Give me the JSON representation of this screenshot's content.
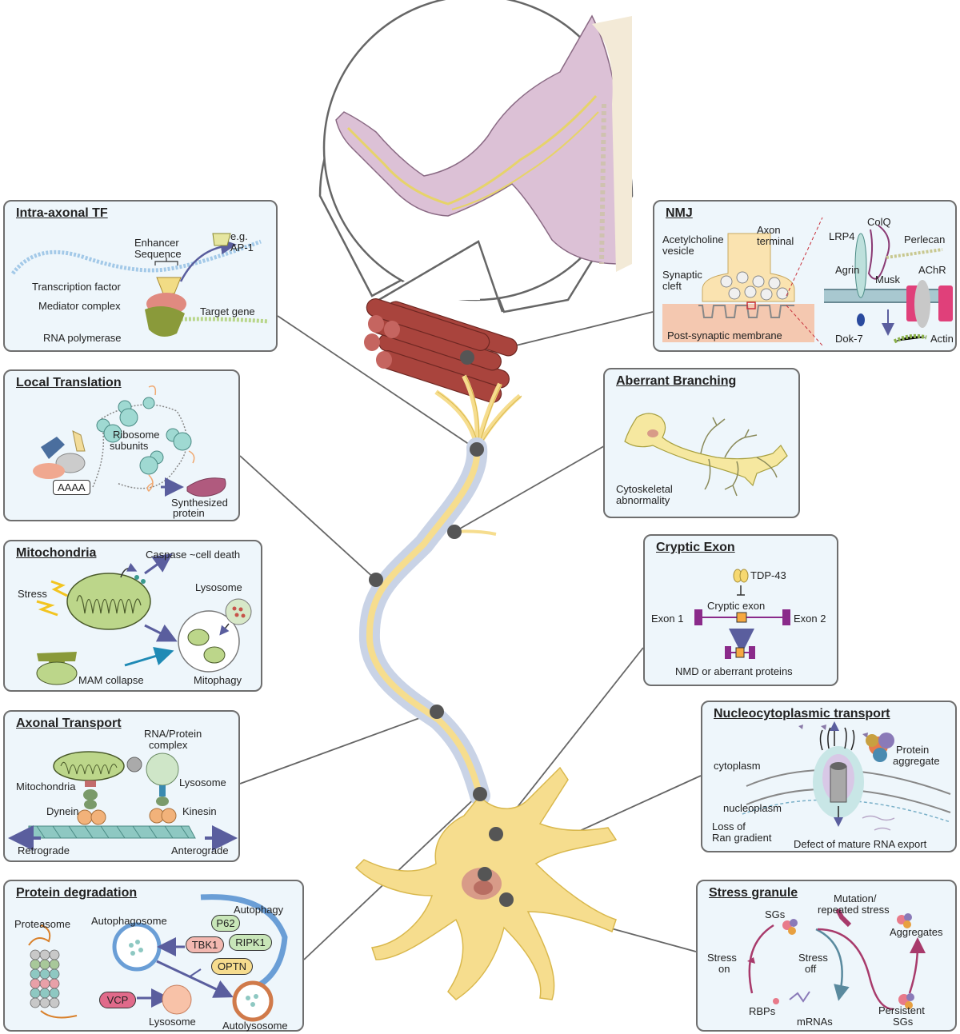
{
  "panels": {
    "intra_axonal_tf": {
      "title": "Intra-axonal TF",
      "labels": {
        "eg": "e.g.",
        "ap1": "AP-1",
        "enhancer": "Enhancer",
        "sequence": "Sequence",
        "transcription_factor": "Transcription factor",
        "mediator": "Mediator complex",
        "target_gene": "Target gene",
        "rna_pol": "RNA polymerase"
      }
    },
    "local_translation": {
      "title": "Local Translation",
      "labels": {
        "ribosome": "Ribosome",
        "subunits": "subunits",
        "polya": "AAAA",
        "synthesized": "Synthesized",
        "protein": "protein"
      }
    },
    "mitochondria": {
      "title": "Mitochondria",
      "labels": {
        "caspase": "Caspase ~cell death",
        "stress": "Stress",
        "lysosome": "Lysosome",
        "mam": "MAM collapse",
        "mitophagy": "Mitophagy"
      }
    },
    "axonal_transport": {
      "title": "Axonal Transport",
      "labels": {
        "rna_protein": "RNA/Protein",
        "complex": "complex",
        "mitochondria": "Mitochondria",
        "lysosome": "Lysosome",
        "dynein": "Dynein",
        "kinesin": "Kinesin",
        "retrograde": "Retrograde",
        "anterograde": "Anterograde"
      }
    },
    "protein_degradation": {
      "title": "Protein degradation",
      "labels": {
        "proteasome": "Proteasome",
        "autophagosome": "Autophagosome",
        "autophagy": "Autophagy",
        "p62": "P62",
        "tbk1": "TBK1",
        "ripk1": "RIPK1",
        "optn": "OPTN",
        "vcp": "VCP",
        "lysosome": "Lysosome",
        "autolysosome": "Autolysosome"
      }
    },
    "nmj": {
      "title": "NMJ",
      "labels": {
        "ach_vesicle_1": "Acetylcholine",
        "ach_vesicle_2": "vesicle",
        "axon_1": "Axon",
        "axon_2": "terminal",
        "synaptic_1": "Synaptic",
        "synaptic_2": "cleft",
        "postsynaptic": "Post-synaptic membrane",
        "lrp4": "LRP4",
        "colq": "ColQ",
        "perlecan": "Perlecan",
        "agrin": "Agrin",
        "musk": "Musk",
        "achr": "AChR",
        "dok7": "Dok-7",
        "actin": "Actin"
      }
    },
    "aberrant_branching": {
      "title": "Aberrant Branching",
      "labels": {
        "cyto_1": "Cytoskeletal",
        "cyto_2": "abnormality"
      }
    },
    "cryptic_exon": {
      "title": "Cryptic Exon",
      "labels": {
        "tdp43": "TDP-43",
        "cryptic": "Cryptic exon",
        "exon1": "Exon 1",
        "exon2": "Exon 2",
        "nmd": "NMD or aberrant proteins"
      }
    },
    "nucleocytoplasmic": {
      "title": "Nucleocytoplasmic transport",
      "labels": {
        "cytoplasm": "cytoplasm",
        "nucleoplasm": "nucleoplasm",
        "protein_1": "Protein",
        "protein_2": "aggregate",
        "loss_1": "Loss of",
        "loss_2": "Ran gradient",
        "defect": "Defect of mature RNA export"
      }
    },
    "stress_granule": {
      "title": "Stress granule",
      "labels": {
        "mutation_1": "Mutation/",
        "mutation_2": "repeated stress",
        "sgs": "SGs",
        "aggregates": "Aggregates",
        "stress_on_1": "Stress",
        "stress_on_2": "on",
        "stress_off_1": "Stress",
        "stress_off_2": "off",
        "rbps": "RBPs",
        "mrnas": "mRNAs",
        "persistent_1": "Persistent",
        "persistent_2": "SGs"
      }
    }
  },
  "colors": {
    "panel_bg": "#eef6fb",
    "panel_border": "#6e6e6e",
    "neuron": "#f6dd8e",
    "neuron_edge": "#d9b84d",
    "muscle": "#a9443d",
    "skin": "#dcc1d6",
    "connector": "#666666",
    "arrow": "#5a5e9e"
  }
}
